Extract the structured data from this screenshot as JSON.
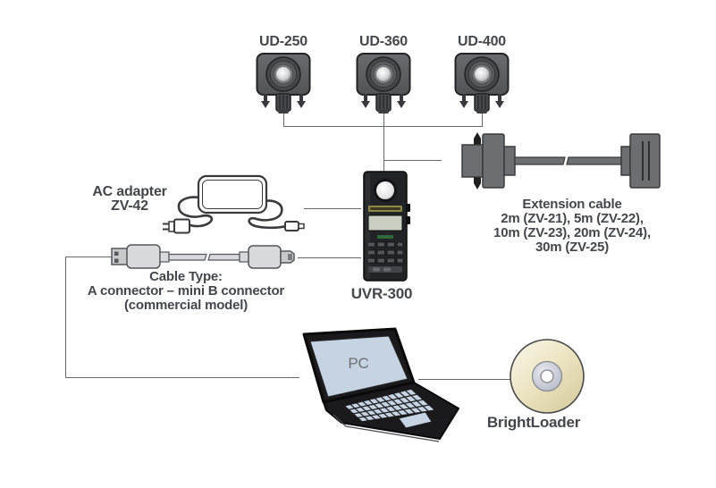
{
  "sensors": [
    {
      "label": "UD-250"
    },
    {
      "label": "UD-360"
    },
    {
      "label": "UD-400"
    }
  ],
  "ac_adapter": {
    "name": "AC adapter",
    "model": "ZV-42"
  },
  "usb_cable": {
    "title": "Cable Type:",
    "spec": "A connector – mini B connector",
    "note": "(commercial model)"
  },
  "device": {
    "label": "UVR-300"
  },
  "extension_cable": {
    "title": "Extension cable",
    "lengths_line1": "2m (ZV-21), 5m (ZV-22),",
    "lengths_line2": "10m (ZV-23), 20m (ZV-24),",
    "lengths_line3": "30m (ZV-25)"
  },
  "pc": {
    "label": "PC"
  },
  "software": {
    "label": "BrightLoader"
  },
  "icons": {
    "sensor": "uv-sensor-head-icon",
    "ac_adapter": "ac-adapter-icon",
    "usb_cable": "usb-cable-icon",
    "device": "uvr-300-meter-icon",
    "extension_cable": "extension-cable-icon",
    "laptop": "laptop-icon",
    "cd": "cd-disc-icon"
  },
  "colors": {
    "line": "#66696c",
    "text": "#44464c",
    "sensor_body": "#5b5c5e",
    "connector_gray": "#6d6e71",
    "laptop_screen": "#c6d3e2",
    "cd_face": "#e9e2c2"
  }
}
